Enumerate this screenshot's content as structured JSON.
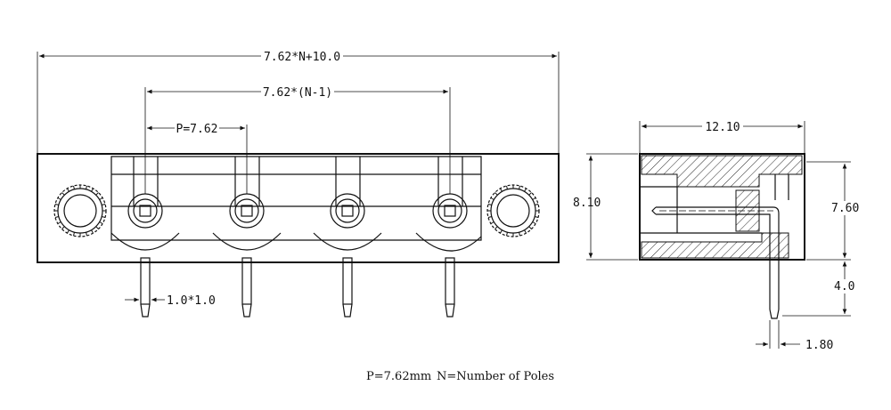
{
  "dimensions": {
    "overall_length": "7.62*N+10.0",
    "pin_span": "7.62*(N-1)",
    "pitch": "P=7.62",
    "pin_size": "1.0*1.0",
    "depth": "12.10",
    "height": "8.10",
    "pin_height": "7.60",
    "pin_extension": "4.0",
    "pin_offset": "1.80"
  },
  "footnote": {
    "pitch_note": "P=7.62mm",
    "poles_note": "N=Number of Poles"
  }
}
